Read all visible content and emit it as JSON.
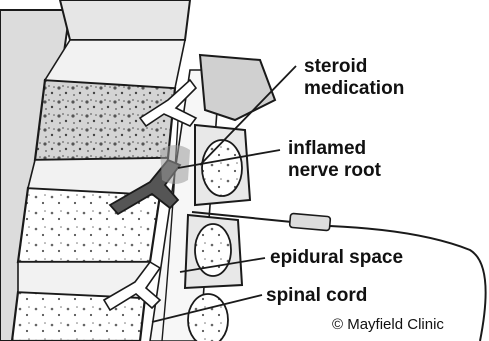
{
  "labels": {
    "steroid_medication": "steroid\nmedication",
    "inflamed_nerve_root": "inflamed\nnerve root",
    "epidural_space": "epidural space",
    "spinal_cord": "spinal cord"
  },
  "credit": "© Mayfield Clinic",
  "colors": {
    "bone_fill": "#c9c9c9",
    "bone_dark": "#8a8a8a",
    "outline": "#1a1a1a",
    "nerve_dark": "#444444",
    "background": "#ffffff"
  }
}
